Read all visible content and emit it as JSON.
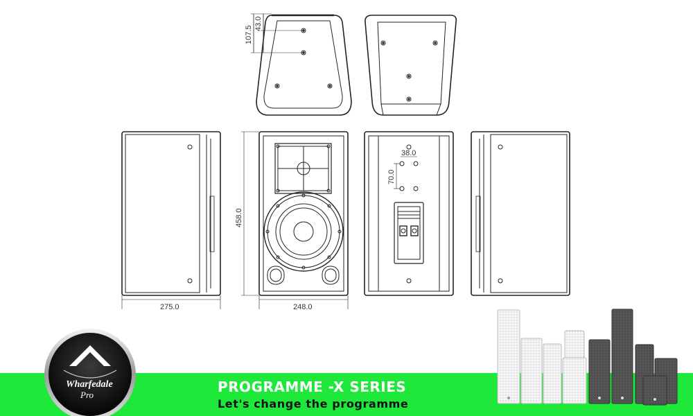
{
  "dimensions": {
    "top_offset": "43.0",
    "top_spacing": "107.5",
    "height": "458.0",
    "depth": "275.0",
    "width": "248.0",
    "rear_hole_spacing": "38.0",
    "rear_vertical": "70.0"
  },
  "brand": {
    "logo_text_1": "Wharfedale",
    "logo_text_2": "Pro"
  },
  "footer": {
    "series_title": "PROGRAMME -X  SERIES",
    "tagline": "Let's change the programme"
  },
  "colors": {
    "band_green": "#1ee83a",
    "line": "#222222",
    "white_speaker": "#eeeeee",
    "dark_speaker": "#4a4a4a"
  }
}
